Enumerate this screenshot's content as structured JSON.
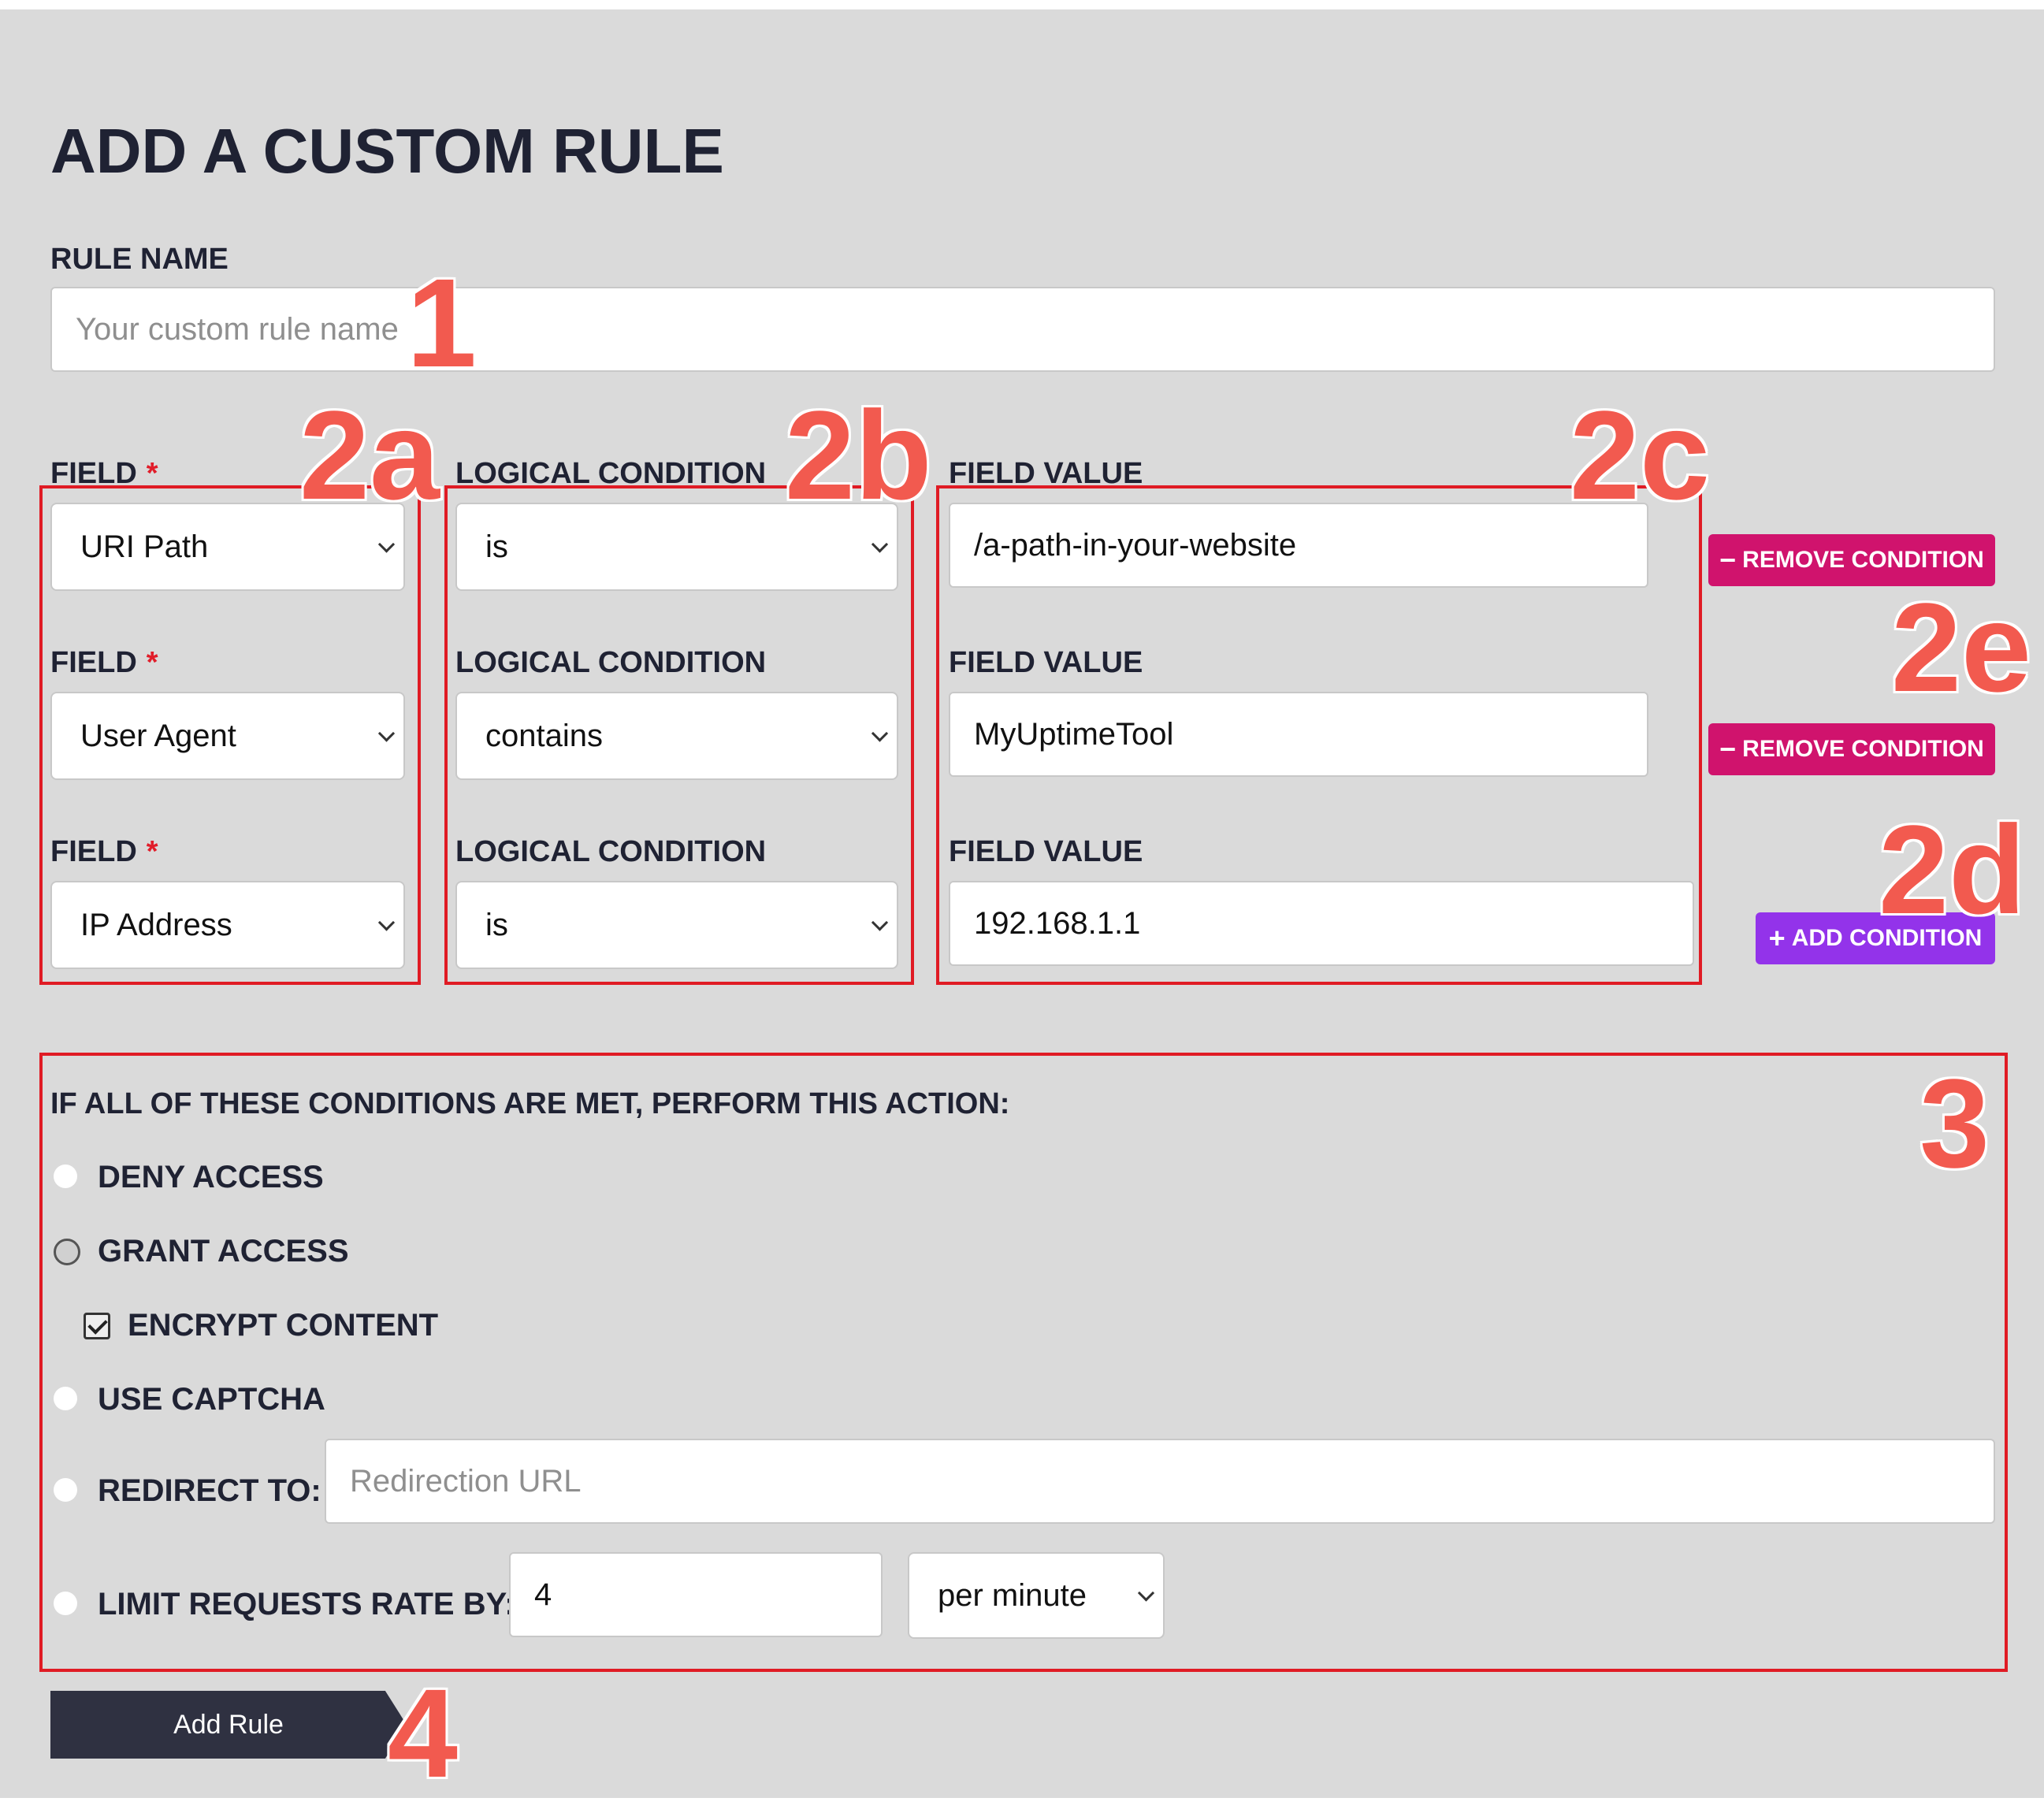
{
  "page": {
    "title": "ADD A CUSTOM RULE"
  },
  "rule_name": {
    "label": "RULE NAME",
    "placeholder": "Your custom rule name"
  },
  "conditions": {
    "field_label": "FIELD",
    "required_marker": "*",
    "logical_label": "LOGICAL CONDITION",
    "value_label": "FIELD VALUE",
    "rows": [
      {
        "field": "URI Path",
        "logical": "is",
        "value": "/a-path-in-your-website"
      },
      {
        "field": "User Agent",
        "logical": "contains",
        "value": "MyUptimeTool"
      },
      {
        "field": "IP Address",
        "logical": "is",
        "value": "192.168.1.1"
      }
    ],
    "remove_button": "REMOVE CONDITION",
    "add_button": "ADD CONDITION"
  },
  "action": {
    "heading": "IF ALL OF THESE CONDITIONS ARE MET, PERFORM THIS ACTION:",
    "deny": "DENY ACCESS",
    "grant": "GRANT ACCESS",
    "encrypt": "ENCRYPT CONTENT",
    "encrypt_checked": true,
    "captcha": "USE CAPTCHA",
    "redirect": "REDIRECT TO:",
    "redirect_placeholder": "Redirection URL",
    "limit": "LIMIT REQUESTS RATE BY:",
    "limit_value": "4",
    "limit_unit": "per minute"
  },
  "submit": {
    "label": "Add Rule"
  },
  "annotations": {
    "a1": "1",
    "a2a": "2a",
    "a2b": "2b",
    "a2c": "2c",
    "a2d": "2d",
    "a2e": "2e",
    "a3": "3",
    "a4": "4"
  },
  "colors": {
    "background": "#dadada",
    "annotation": "#f25a4f",
    "highlight_box": "#e01b24",
    "remove_button": "#d0136d",
    "add_button": "#9333ea",
    "submit_button": "#2f3141"
  }
}
